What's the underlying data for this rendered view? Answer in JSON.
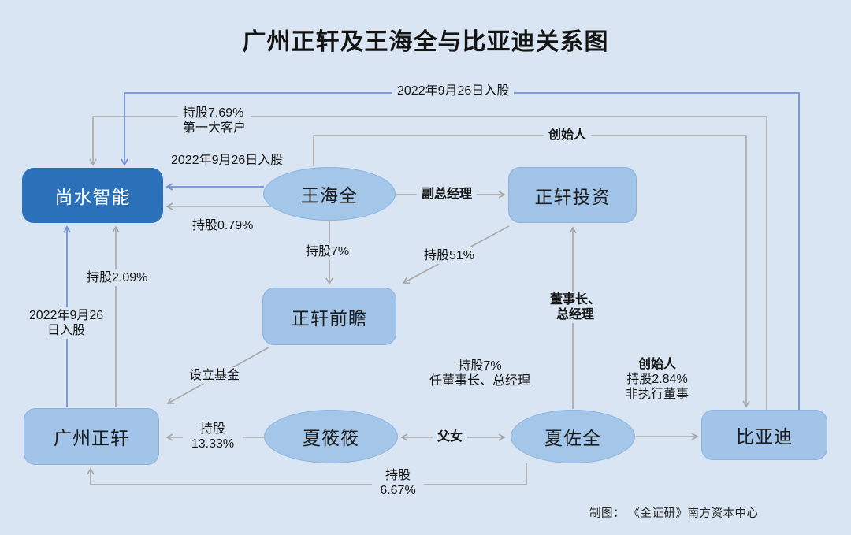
{
  "title": "广州正轩及王海全与比亚迪关系图",
  "credit": "制图： 《金证研》南方资本中心",
  "colors": {
    "background": "#d9e5f2",
    "line_gray": "#a6a6a6",
    "line_blue": "#7191d6",
    "node_fill_light": "#a2c4e8",
    "node_fill_dark": "#2a71b9"
  },
  "nodes": {
    "shangshui": "尚水智能",
    "wang": "王海全",
    "zxtz": "正轩投资",
    "qianzhan": "正轩前瞻",
    "gzzx": "广州正轩",
    "xiaxx": "夏筱筱",
    "xiazq": "夏佐全",
    "byd": "比亚迪"
  },
  "edges": {
    "byd_shangshui": {
      "date": "2022年9月26日入股",
      "stake": "持股7.69%",
      "customer": "第一大客户"
    },
    "wang_byd": {
      "founder": "创始人"
    },
    "wang_shangshui": {
      "date": "2022年9月26日入股",
      "stake": "持股0.79%"
    },
    "wang_qianzhan": {
      "stake": "持股7%"
    },
    "zxtz_qianzhan": {
      "stake": "持股51%"
    },
    "wang_zxtz": {
      "role": "副总经理"
    },
    "xiazq_zxtz": {
      "role_line1": "董事长、",
      "role_line2": "总经理"
    },
    "xiazq_byd": {
      "founder": "创始人",
      "stake": "持股2.84%",
      "role": "非执行董事"
    },
    "xiazq_qianzhan": {
      "stake": "持股7%",
      "role": "任董事长、总经理"
    },
    "xiazq_xiaxx": {
      "relation": "父女"
    },
    "xiaxx_gzzx": {
      "stake_line1": "持股",
      "stake_line2": "13.33%"
    },
    "qianzhan_gzzx": {
      "label": "设立基金"
    },
    "xiazq_gzzx": {
      "stake_line1": "持股",
      "stake_line2": "6.67%"
    },
    "gzzx_shangshui": {
      "date_line1": "2022年9月26",
      "date_line2": "日入股",
      "stake": "持股2.09%"
    }
  }
}
